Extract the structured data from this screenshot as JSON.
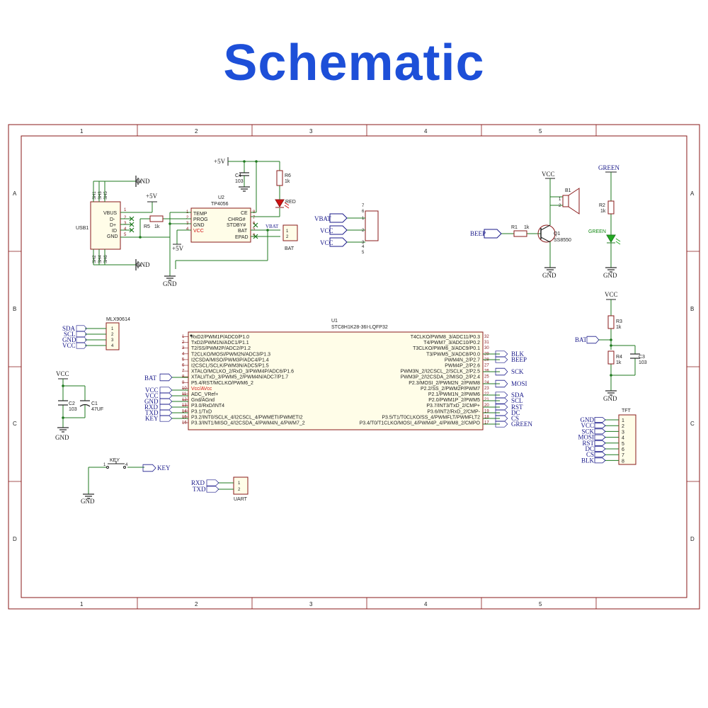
{
  "title": "Schematic",
  "frame": {
    "cols": [
      "1",
      "2",
      "3",
      "4",
      "5"
    ],
    "rows": [
      "A",
      "B",
      "C",
      "D"
    ]
  },
  "colors": {
    "title": "#1d4fd8",
    "wire": "#1f7a1f",
    "netlabel": "#1a1a8a",
    "pin_number": "#8a1a1a",
    "led_red": "#d01010",
    "led_green": "#22aa22"
  },
  "usb": {
    "ref": "USB1",
    "pins": [
      "VBUS",
      "D-",
      "D+",
      "ID",
      "GND"
    ],
    "pin_numbers": [
      "1",
      "2",
      "3",
      "4",
      "5"
    ],
    "shields_top": [
      "SH1",
      "SH3",
      "SH5"
    ],
    "shields_bottom": [
      "SH2",
      "SH4",
      "SH6"
    ],
    "gnd_top": "GND",
    "gnd_bottom": "GND",
    "plus5v": "+5V"
  },
  "charger": {
    "ref": "U2",
    "part": "TP4056",
    "left_pins": [
      "TEMP",
      "PROG",
      "GND",
      "VCC"
    ],
    "left_nums": [
      "1",
      "2",
      "3",
      "4"
    ],
    "right_pins": [
      "CE",
      "CHRG#",
      "STDBY#",
      "BAT",
      "EPAD"
    ],
    "right_nums": [
      "8",
      "7",
      "6",
      "5",
      "9"
    ],
    "r5": "R5",
    "r5_val": "1k",
    "c4": "C4",
    "c4_val": "103",
    "r6": "R6",
    "r6_val": "1k",
    "led": "RED",
    "plus5v_top": "+5V",
    "plus5v_mid": "+5V",
    "gnd": "GND",
    "vbat": "VBAT",
    "bat": "BAT",
    "bat_pins": [
      "1",
      "2"
    ]
  },
  "switch": {
    "nets": [
      "VBAT",
      "VCC",
      "VCC"
    ],
    "pins": [
      "7",
      "6",
      "1",
      "2",
      "3",
      "4",
      "5"
    ]
  },
  "buzzer": {
    "vcc": "VCC",
    "ref": "B1",
    "beep": "BEEP",
    "r1": "R1",
    "r1_val": "1k",
    "q1": "Q1",
    "q1_part": "SS8550",
    "gnd": "GND",
    "pins": [
      "1",
      "2"
    ]
  },
  "greenled": {
    "net": "GREEN",
    "r2": "R2",
    "r2_val": "1k",
    "led": "GREEN",
    "gnd": "GND"
  },
  "mlx": {
    "ref": "MLX90614",
    "nets": [
      "SDA",
      "SCL",
      "GND",
      "VCC"
    ],
    "pins": [
      "1",
      "2",
      "3",
      "4"
    ]
  },
  "mcu": {
    "ref": "U1",
    "part": "STC8H1K28-36I-LQFP32",
    "left": [
      {
        "n": "1",
        "t": "RxD2/PWM1P/ADC0/P1.0"
      },
      {
        "n": "2",
        "t": "TxD2/PWM1N/ADC1/P1.1"
      },
      {
        "n": "3",
        "t": "T2/SS/PWM2P/ADC2/P1.2"
      },
      {
        "n": "4",
        "t": "T2CLKO/MOSI/PWM2N/ADC3/P1.3"
      },
      {
        "n": "5",
        "t": "I2CSDA/MISO/PWM3P/ADC4/P1.4"
      },
      {
        "n": "6",
        "t": "I2CSCL/SCLK/PWM3N/ADC5/P1.5"
      },
      {
        "n": "7",
        "t": "XTALO/MCLKO_2/RxD_3/PWM4P/ADC6/P1.6"
      },
      {
        "n": "8",
        "t": "XTALI/TxD_3/PWM5_2/PWM4N/ADC7/P1.7"
      },
      {
        "n": "9",
        "t": "P5.4/RST/MCLKO/PWM6_2"
      },
      {
        "n": "10",
        "t": "Vcc/AVcc"
      },
      {
        "n": "11",
        "t": "ADC_VRef+"
      },
      {
        "n": "12",
        "t": "Gnd/AGnd"
      },
      {
        "n": "13",
        "t": "P3.0/RxD/INT4"
      },
      {
        "n": "14",
        "t": "P3.1/TxD"
      },
      {
        "n": "15",
        "t": "P3.2/INT0/SCLK_4/I2CSCL_4/PWMETI/PWMETI2"
      },
      {
        "n": "16",
        "t": "P3.3/INT1/MISO_4/I2CSDA_4/PWM4N_4/PWM7_2"
      }
    ],
    "right": [
      {
        "n": "32",
        "t": "T4CLKO/PWM8_3/ADC11/P0.3"
      },
      {
        "n": "31",
        "t": "T4/PWM7_3/ADC10/P0.2"
      },
      {
        "n": "30",
        "t": "T3CLKO/PWM6_3/ADC9/P0.1"
      },
      {
        "n": "29",
        "t": "T3/PWM5_3/ADC8/P0.0"
      },
      {
        "n": "28",
        "t": "PWM4N_2/P2.7"
      },
      {
        "n": "27",
        "t": "PWM4P_2/P2.6"
      },
      {
        "n": "26",
        "t": "PWM3N_2/I2CSCL_2/SCLK_2/P2.5"
      },
      {
        "n": "25",
        "t": "PWM3P_2/I2CSDA_2/MISO_2/P2.4"
      },
      {
        "n": "24",
        "t": "P2.3/MOSI_2/PWM2N_2/PWM8"
      },
      {
        "n": "23",
        "t": "P2.2/SS_2/PWM2P/PWM7"
      },
      {
        "n": "22",
        "t": "P2.1/PWM1N_2/PWM6"
      },
      {
        "n": "21",
        "t": "P2.0/PWM1P_2/PWM5"
      },
      {
        "n": "20",
        "t": "P3.7/INT3/TxD_2/CMP+"
      },
      {
        "n": "19",
        "t": "P3.6/INT2/RxD_2/CMP-"
      },
      {
        "n": "18",
        "t": "P3.5/T1/T0CLKO/SS_4/PWMFLT/PWMFLT2"
      },
      {
        "n": "17",
        "t": "P3.4/T0/T1CLKO/MOSI_4/PWM4P_4/PWM8_2/CMPO"
      }
    ],
    "left_nets": [
      "BAT",
      "VCC",
      "VCC",
      "GND",
      "RXD",
      "TXD",
      "KEY"
    ],
    "right_nets": [
      "BLK",
      "BEEP",
      "SCK",
      "MOSI",
      "SDA",
      "SCL",
      "RST",
      "DC",
      "CS",
      "GREEN"
    ]
  },
  "caps": {
    "vcc": "VCC",
    "c2": "C2",
    "c2_val": "103",
    "c1": "C1",
    "c1_val": "47UF",
    "gnd": "GND"
  },
  "battery_sense": {
    "vcc": "VCC",
    "r3": "R3",
    "r3_val": "1k",
    "bat": "BAT",
    "r4": "R4",
    "r4_val": "1k",
    "c3": "C3",
    "c3_val": "103",
    "gnd": "GND"
  },
  "tft": {
    "ref": "TFT",
    "nets": [
      "GND",
      "VCC",
      "SCK",
      "MOSI",
      "RST",
      "DC",
      "CS",
      "BLK"
    ],
    "pins": [
      "1",
      "2",
      "3",
      "4",
      "5",
      "6",
      "7",
      "8"
    ]
  },
  "key": {
    "ref": "KEY",
    "pin1": "1",
    "pin4": "4",
    "net": "KEY",
    "gnd": "GND"
  },
  "uart": {
    "ref": "UART",
    "nets": [
      "RXD",
      "TXD"
    ],
    "pins": [
      "1",
      "2"
    ]
  }
}
